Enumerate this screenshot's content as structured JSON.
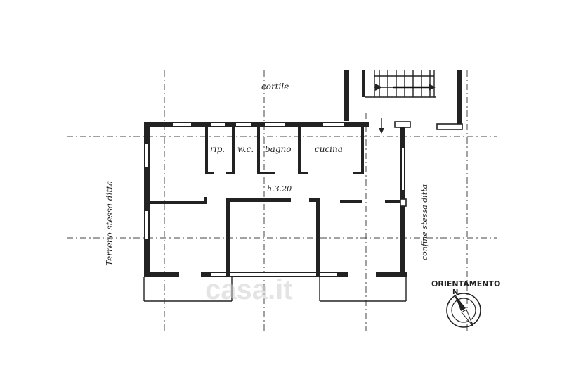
{
  "labels": {
    "courtyard": "cortile",
    "room_storage": "rip.",
    "room_wc": "w.c.",
    "room_bath": "bagno",
    "room_kitchen": "cucina",
    "ceiling_height": "h.3.20",
    "left_neighbor": "Terreno stessa ditta",
    "right_neighbor": "confine stessa ditta",
    "orientation": "ORIENTAMENTO",
    "north": "N"
  },
  "watermark": "casa.it"
}
